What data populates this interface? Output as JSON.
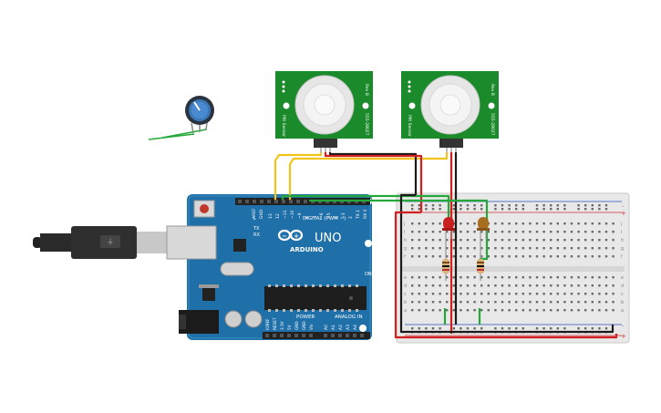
{
  "board": {
    "brand": "ARDUINO",
    "model": "UNO",
    "digital_label": "DIGITAL (PWM ~)",
    "power_label": "POWER",
    "analog_label": "ANALOG IN",
    "tx_label": "TX",
    "rx_label": "RX",
    "on_label": "ON",
    "l_label": "L",
    "aref_label": "AREF",
    "gnd_label": "GND",
    "power_pins": [
      "IOREF",
      "RESET",
      "3.3V",
      "5V",
      "GND",
      "GND",
      "Vin"
    ],
    "analog_pins": [
      "A0",
      "A1",
      "A2",
      "A3",
      "A4",
      "A5"
    ],
    "digital_pins": [
      "13",
      "12",
      "~11",
      "~10",
      "~9",
      "8",
      "7",
      "~6",
      "~5",
      "4",
      "~3",
      "2",
      "TX 1",
      "RX 0"
    ]
  },
  "sensors": [
    {
      "part": "PIR Sensor",
      "code": "555-28027",
      "pins": "Rev B"
    },
    {
      "part": "PIR Sensor",
      "code": "555-28027",
      "pins": "Rev B"
    }
  ],
  "breadboard": {
    "row_letters_top": [
      "j",
      "i",
      "h",
      "g",
      "f"
    ],
    "row_letters_bottom": [
      "e",
      "d",
      "c",
      "b",
      "a"
    ],
    "plus": "+",
    "minus": "-"
  },
  "colors": {
    "board": "#1f6fa8",
    "sensor": "#1a8a2a",
    "wire_red": "#d21f1f",
    "wire_black": "#1a1a1a",
    "wire_yellow": "#f2c41a",
    "wire_green": "#25a83a",
    "led_red": "#c82020",
    "led_amber": "#a86e20"
  }
}
